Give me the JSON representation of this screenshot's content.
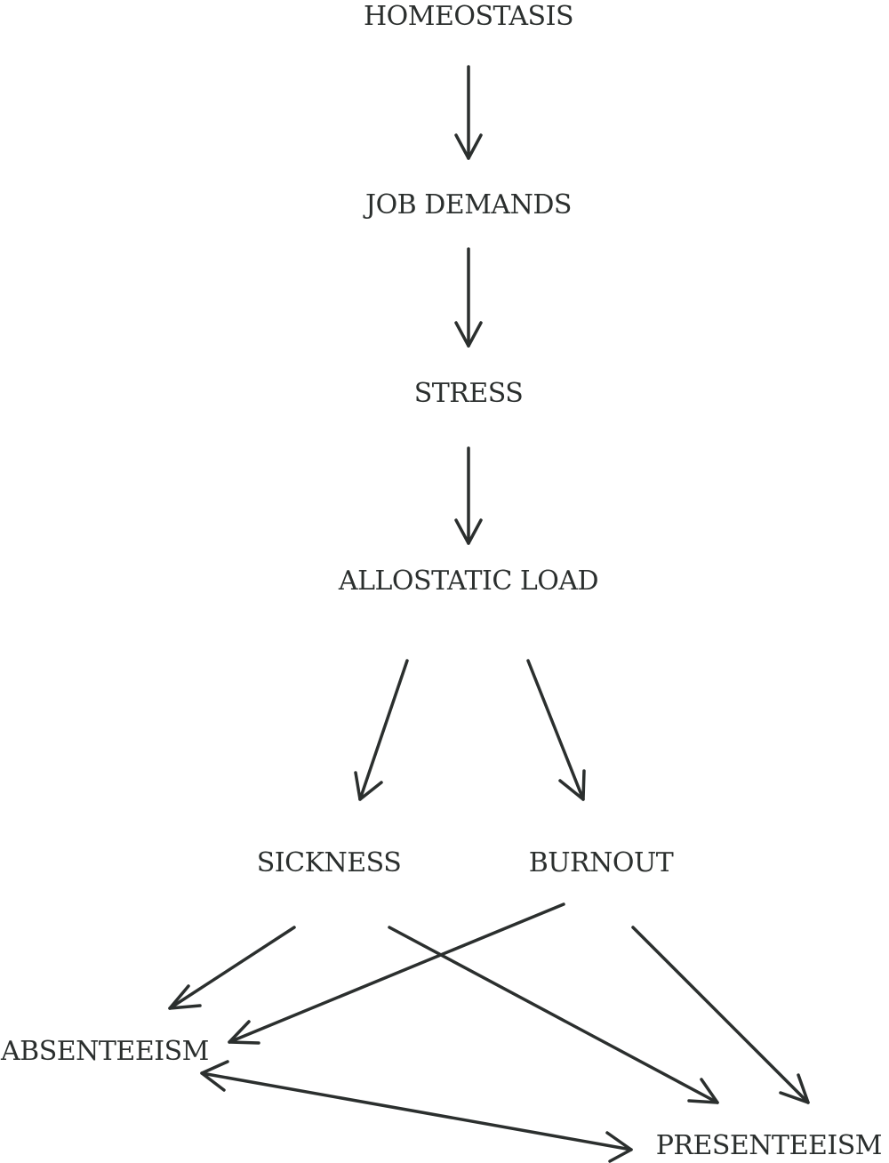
{
  "nodes": {
    "homeostasis": "HOMEOSTASIS",
    "job_demands": "JOB DEMANDS",
    "stress": "STRESS",
    "allostatic_load": "ALLOSTATIC LOAD",
    "sickness": "SICKNESS",
    "burnout": "BURNOUT",
    "absenteeism": "ABSENTEEISM",
    "presenteeism": "PRESENTEEISM"
  },
  "edges": [
    {
      "from": "homeostasis",
      "to": "job_demands",
      "direction": "forward"
    },
    {
      "from": "job_demands",
      "to": "stress",
      "direction": "forward"
    },
    {
      "from": "stress",
      "to": "allostatic_load",
      "direction": "forward"
    },
    {
      "from": "allostatic_load",
      "to": "sickness",
      "direction": "forward"
    },
    {
      "from": "allostatic_load",
      "to": "burnout",
      "direction": "forward"
    },
    {
      "from": "sickness",
      "to": "absenteeism",
      "direction": "forward"
    },
    {
      "from": "sickness",
      "to": "presenteeism",
      "direction": "forward"
    },
    {
      "from": "burnout",
      "to": "absenteeism",
      "direction": "forward"
    },
    {
      "from": "burnout",
      "to": "presenteeism",
      "direction": "forward"
    },
    {
      "from": "absenteeism",
      "to": "presenteeism",
      "direction": "both"
    }
  ],
  "colors": {
    "ink": "#2b2f2e",
    "background": "#ffffff"
  }
}
